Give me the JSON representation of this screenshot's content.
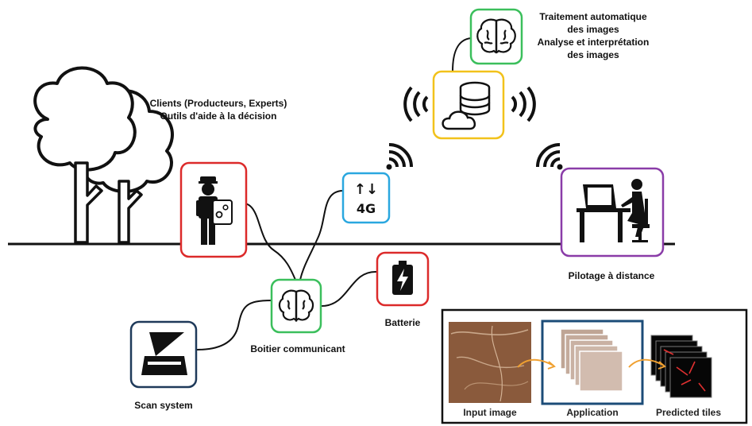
{
  "labels": {
    "clients_line1": "Clients (Producteurs, Experts)",
    "clients_line2": "Outils d'aide à la décision",
    "processing_line1": "Traitement automatique",
    "processing_line2": "des images",
    "processing_line3": "Analyse et interprétation",
    "processing_line4": "des images",
    "boitier": "Boitier communicant",
    "batterie": "Batterie",
    "scan": "Scan system",
    "pilotage": "Pilotage à distance"
  },
  "network_badge": {
    "arrows": "↑↓",
    "text": "4G"
  },
  "inset": {
    "input": "Input image",
    "application": "Application",
    "predicted": "Predicted tiles"
  },
  "colors": {
    "red": "#dc2a2a",
    "green": "#3bbf5c",
    "blue": "#2aa7df",
    "gold": "#f2c21b",
    "purple": "#8a3ca8",
    "navy": "#1f3a5a",
    "inset_blue": "#1c4c78",
    "arrow_orange": "#f0a030"
  },
  "icons": [
    "tree-icon",
    "worker-tablet-icon",
    "brain-icon",
    "network-4g-icon",
    "battery-icon",
    "scanner-icon",
    "database-cloud-icon",
    "wifi-icon",
    "desk-computer-icon"
  ]
}
